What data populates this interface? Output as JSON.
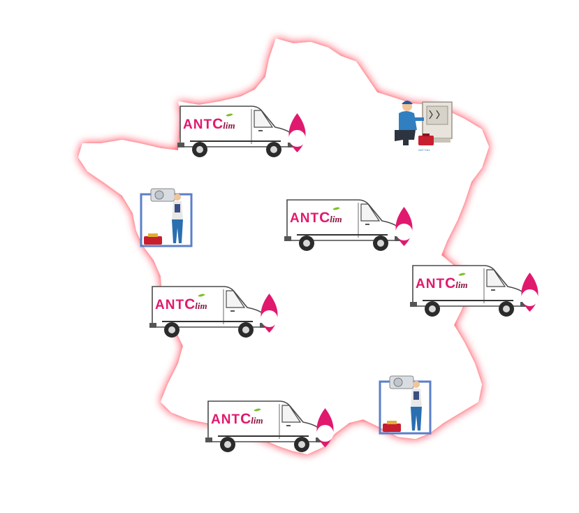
{
  "brand": {
    "ant": "ANT",
    "c": "C",
    "lim": "lim"
  },
  "colors": {
    "map_glow": "#ff1a2e",
    "map_fill": "#ffffff",
    "brand_pink": "#e0196e",
    "leaf_green": "#7fbf2a"
  },
  "vans": [
    {
      "name": "van-north"
    },
    {
      "name": "van-center"
    },
    {
      "name": "van-east"
    },
    {
      "name": "van-west"
    },
    {
      "name": "van-south"
    }
  ],
  "workers": [
    {
      "name": "technician-northeast",
      "icon": "technician-electric-panel-icon"
    },
    {
      "name": "technician-west",
      "icon": "technician-air-conditioner-icon"
    },
    {
      "name": "technician-southeast",
      "icon": "technician-air-conditioner-icon"
    }
  ]
}
